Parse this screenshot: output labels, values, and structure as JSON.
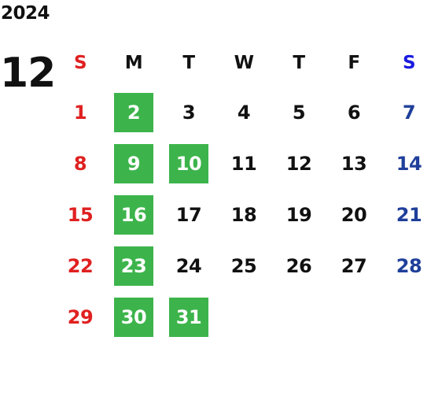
{
  "calendar": {
    "year": "2024",
    "month": "12",
    "weekdays": [
      "S",
      "M",
      "T",
      "W",
      "T",
      "F",
      "S"
    ],
    "weeks": [
      [
        "1",
        "2",
        "3",
        "4",
        "5",
        "6",
        "7"
      ],
      [
        "8",
        "9",
        "10",
        "11",
        "12",
        "13",
        "14"
      ],
      [
        "15",
        "16",
        "17",
        "18",
        "19",
        "20",
        "21"
      ],
      [
        "22",
        "23",
        "24",
        "25",
        "26",
        "27",
        "28"
      ],
      [
        "29",
        "30",
        "31",
        "",
        "",
        "",
        ""
      ]
    ],
    "highlighted_days": [
      "2",
      "9",
      "10",
      "16",
      "23",
      "30",
      "31"
    ],
    "colors": {
      "sunday": "#e02020",
      "saturday_header": "#1a1adf",
      "saturday": "#1f3f9a",
      "highlight": "#3cb44b",
      "text": "#111111"
    }
  }
}
